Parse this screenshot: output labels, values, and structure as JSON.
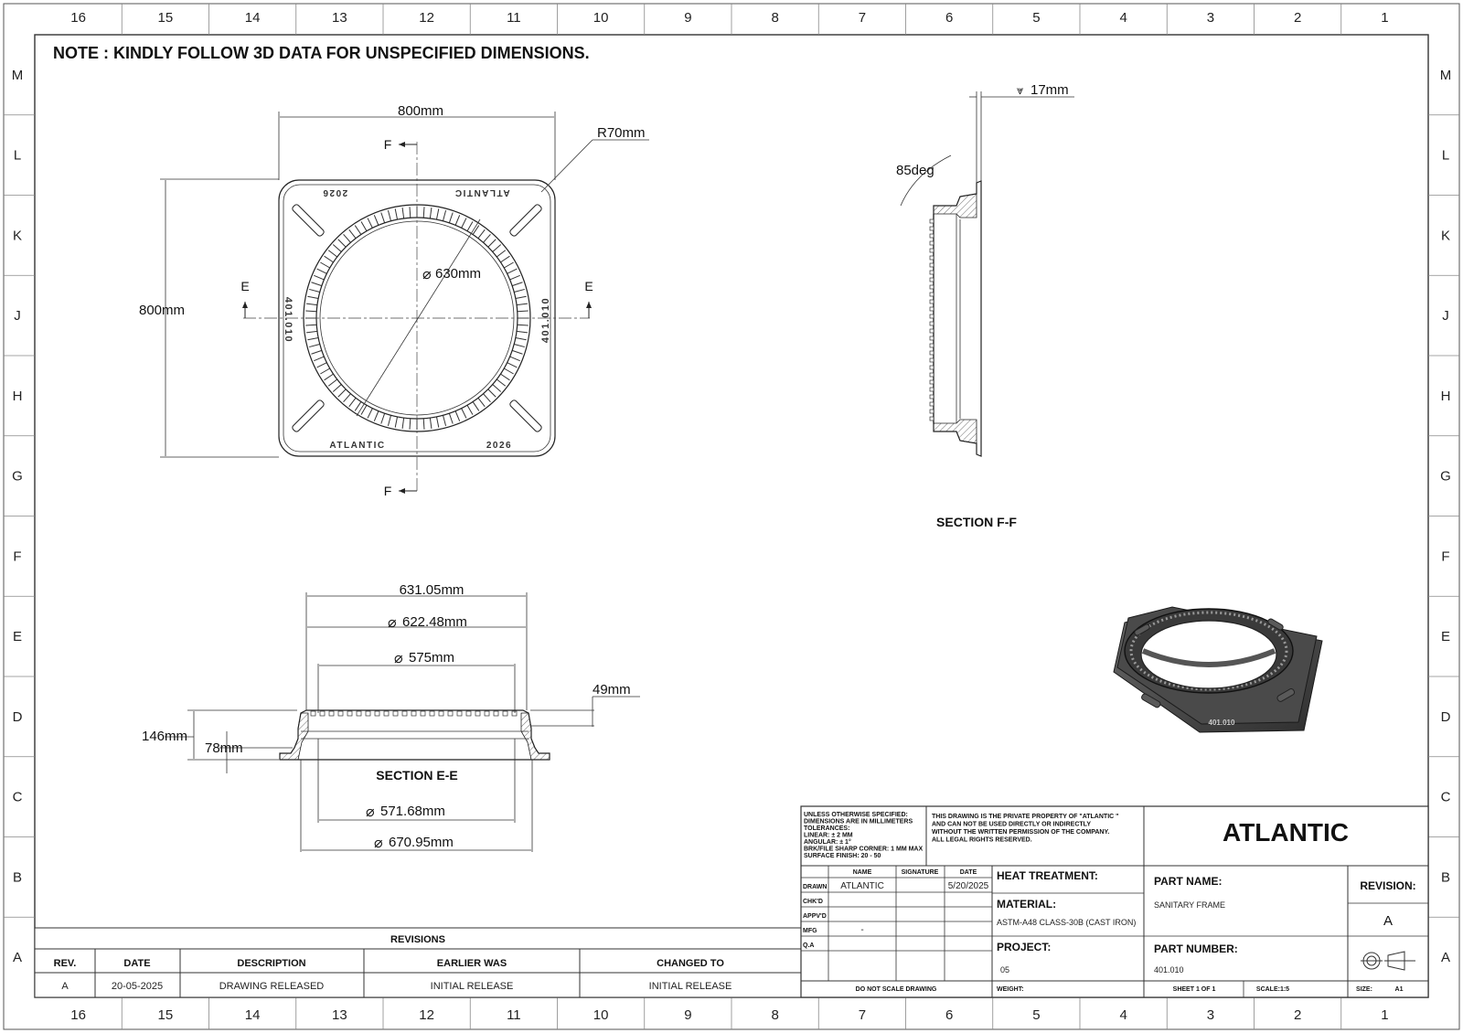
{
  "note": "NOTE : KINDLY FOLLOW 3D DATA FOR UNSPECIFIED DIMENSIONS.",
  "zones": {
    "columns": [
      "16",
      "15",
      "14",
      "13",
      "12",
      "11",
      "10",
      "9",
      "8",
      "7",
      "6",
      "5",
      "4",
      "3",
      "2",
      "1"
    ],
    "rows": [
      "M",
      "L",
      "K",
      "J",
      "H",
      "G",
      "F",
      "E",
      "D",
      "C",
      "B",
      "A"
    ]
  },
  "plan_view": {
    "width_dim": "800mm",
    "height_dim": "800mm",
    "radius_dim": "R70mm",
    "diameter_dim": "630mm",
    "section_label_f": "F",
    "section_label_e": "E",
    "markings": {
      "top_left": "2026",
      "top_right": "ATLANTIC",
      "bottom_left": "ATLANTIC",
      "bottom_right": "2026",
      "left_side": "401.010",
      "right_side": "401.010"
    }
  },
  "section_ee": {
    "title": "SECTION E-E",
    "dims": {
      "top_width": "631.05mm",
      "dia_622": "622.48mm",
      "dia_575": "575mm",
      "rim_49": "49mm",
      "height_146": "146mm",
      "height_78": "78mm",
      "dia_571": "571.68mm",
      "dia_670": "670.95mm"
    }
  },
  "section_ff": {
    "title": "SECTION F-F",
    "dims": {
      "thickness": "17mm",
      "angle": "85deg"
    }
  },
  "iso_view": {
    "marking": "401.010"
  },
  "revisions": {
    "title": "REVISIONS",
    "headers": [
      "REV.",
      "DATE",
      "DESCRIPTION",
      "EARLIER WAS",
      "CHANGED TO"
    ],
    "rows": [
      [
        "A",
        "20-05-2025",
        "DRAWING RELEASED",
        "INITIAL RELEASE",
        "INITIAL RELEASE"
      ]
    ]
  },
  "title_block": {
    "notes": [
      "UNLESS OTHERWISE SPECIFIED:",
      "DIMENSIONS ARE IN MILLIMETERS",
      "TOLERANCES:",
      "LINEAR: ± 2 MM",
      "ANGULAR: ± 1°",
      "BRK/FILE SHARP CORNER: 1 MM MAX",
      "SURFACE FINISH: 20 - 50"
    ],
    "property_notice": [
      "THIS DRAWING IS THE PRIVATE PROPERTY OF \"ATLANTIC \"",
      "AND CAN NOT BE USED DIRECTLY OR INDIRECTLY",
      "WITHOUT THE WRITTEN PERMISSION  OF THE COMPANY.",
      "ALL LEGAL RIGHTS RESERVED."
    ],
    "company": "ATLANTIC",
    "sign_headers": [
      "NAME",
      "SIGNATURE",
      "DATE"
    ],
    "sign_rows": [
      {
        "role": "DRAWN",
        "name": "ATLANTIC",
        "date": "5/20/2025"
      },
      {
        "role": "CHK'D",
        "name": "",
        "date": ""
      },
      {
        "role": "APPV'D",
        "name": "",
        "date": ""
      },
      {
        "role": "MFG",
        "name": "-",
        "date": ""
      },
      {
        "role": "Q.A",
        "name": "",
        "date": ""
      }
    ],
    "heat_treatment_label": "HEAT TREATMENT:",
    "material_label": "MATERIAL:",
    "material_value": "ASTM-A48 CLASS-30B (CAST IRON)",
    "project_label": "PROJECT:",
    "project_value": "05",
    "part_name_label": "PART NAME:",
    "part_name_value": "SANITARY FRAME",
    "part_number_label": "PART NUMBER:",
    "part_number_value": "401.010",
    "revision_label": "REVISION:",
    "revision_value": "A",
    "do_not_scale": "DO NOT SCALE DRAWING",
    "weight_label": "WEIGHT:",
    "sheet": "SHEET 1 OF 1",
    "scale": "SCALE:1:5",
    "size_label": "SIZE:",
    "size_value": "A1"
  }
}
